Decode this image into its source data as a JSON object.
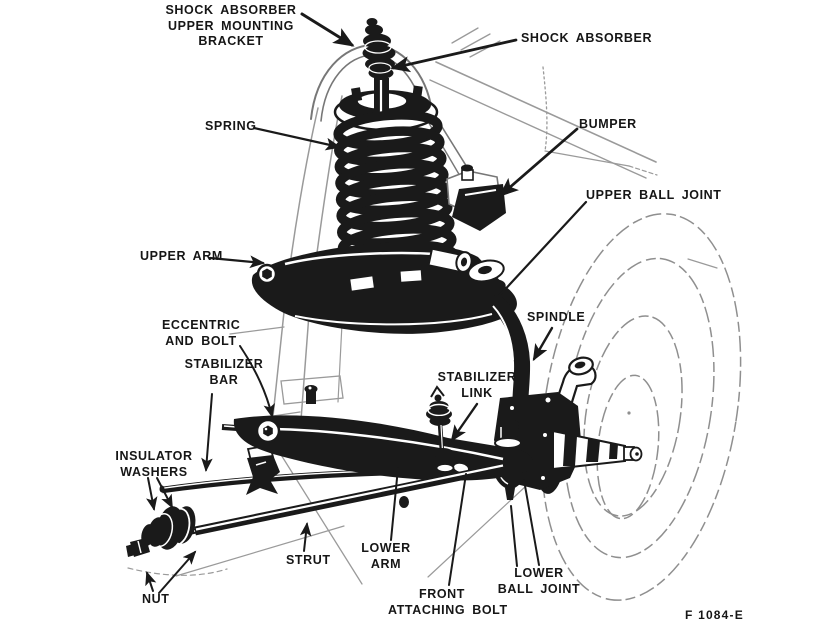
{
  "figure": {
    "code": "F 1084-E"
  },
  "colors": {
    "ink": "#1a1a1a",
    "sketch": "#9a9a9a",
    "paper": "#ffffff"
  },
  "labels": {
    "shock_absorber_upper_mounting_bracket": {
      "lines": [
        "SHOCK ABSORBER",
        "UPPER MOUNTING",
        "BRACKET"
      ]
    },
    "shock_absorber": {
      "text": "SHOCK ABSORBER"
    },
    "spring": {
      "text": "SPRING"
    },
    "bumper": {
      "text": "BUMPER"
    },
    "upper_ball_joint": {
      "text": "UPPER BALL JOINT"
    },
    "upper_arm": {
      "text": "UPPER ARM"
    },
    "eccentric_and_bolt": {
      "lines": [
        "ECCENTRIC",
        "AND BOLT"
      ]
    },
    "stabilizer_bar": {
      "lines": [
        "STABILIZER",
        "BAR"
      ]
    },
    "insulator_washers": {
      "lines": [
        "INSULATOR",
        "WASHERS"
      ]
    },
    "nut": {
      "text": "NUT"
    },
    "strut": {
      "text": "STRUT"
    },
    "lower_arm": {
      "lines": [
        "LOWER",
        "ARM"
      ]
    },
    "front_attaching_bolt": {
      "lines": [
        "FRONT",
        "ATTACHING BOLT"
      ]
    },
    "lower_ball_joint": {
      "lines": [
        "LOWER",
        "BALL JOINT"
      ]
    },
    "spindle": {
      "text": "SPINDLE"
    },
    "stabilizer_link": {
      "lines": [
        "STABILIZER",
        "LINK"
      ]
    }
  }
}
